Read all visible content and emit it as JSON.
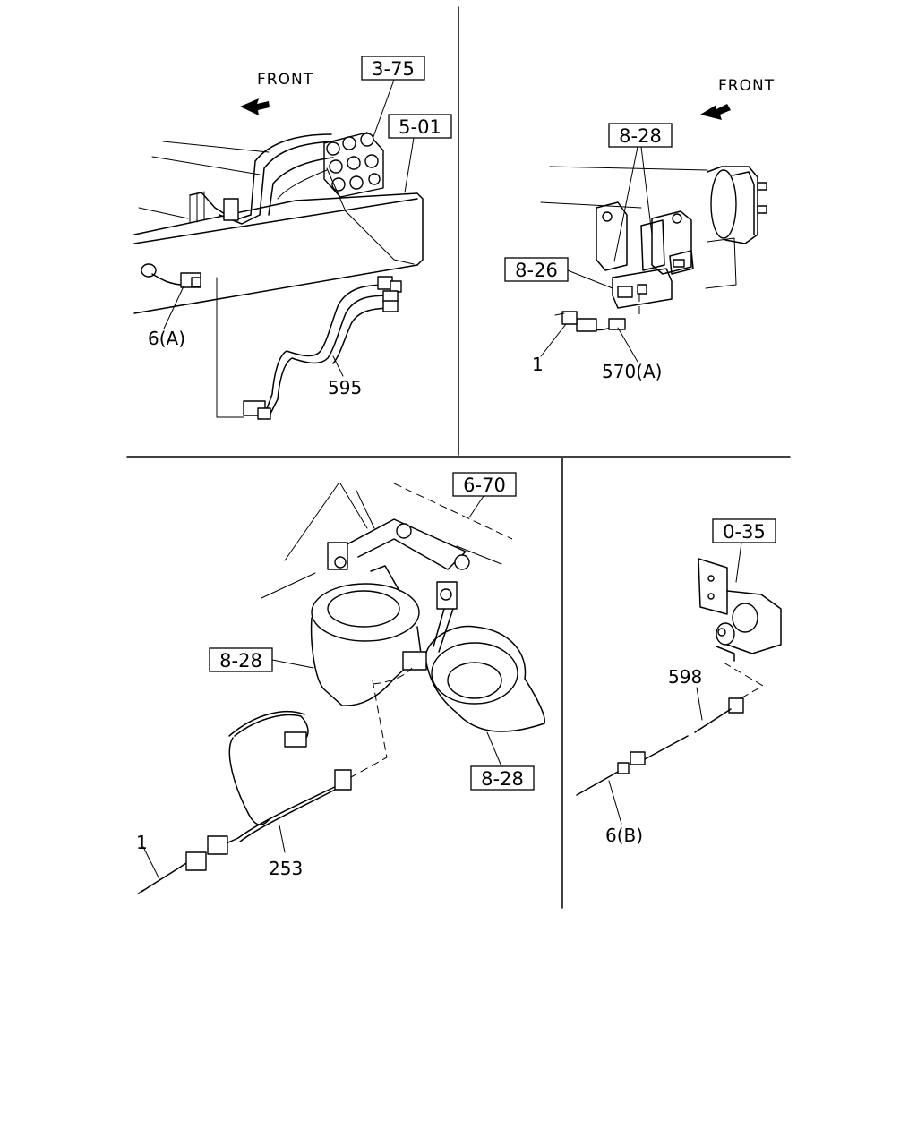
{
  "panels": {
    "top_left": {
      "front_label": "FRONT",
      "refs": [
        "3-75",
        "5-01"
      ],
      "parts": [
        "6(A)",
        "595"
      ]
    },
    "top_right": {
      "front_label": "FRONT",
      "refs": [
        "8-28",
        "8-26"
      ],
      "parts": [
        "1",
        "570(A)"
      ]
    },
    "bottom_left": {
      "refs": [
        "6-70",
        "8-28",
        "8-28"
      ],
      "parts": [
        "253",
        "1"
      ]
    },
    "bottom_right": {
      "refs": [
        "0-35"
      ],
      "parts": [
        "598",
        "6(B)"
      ]
    }
  },
  "icons": [
    "front-arrow-icon"
  ]
}
